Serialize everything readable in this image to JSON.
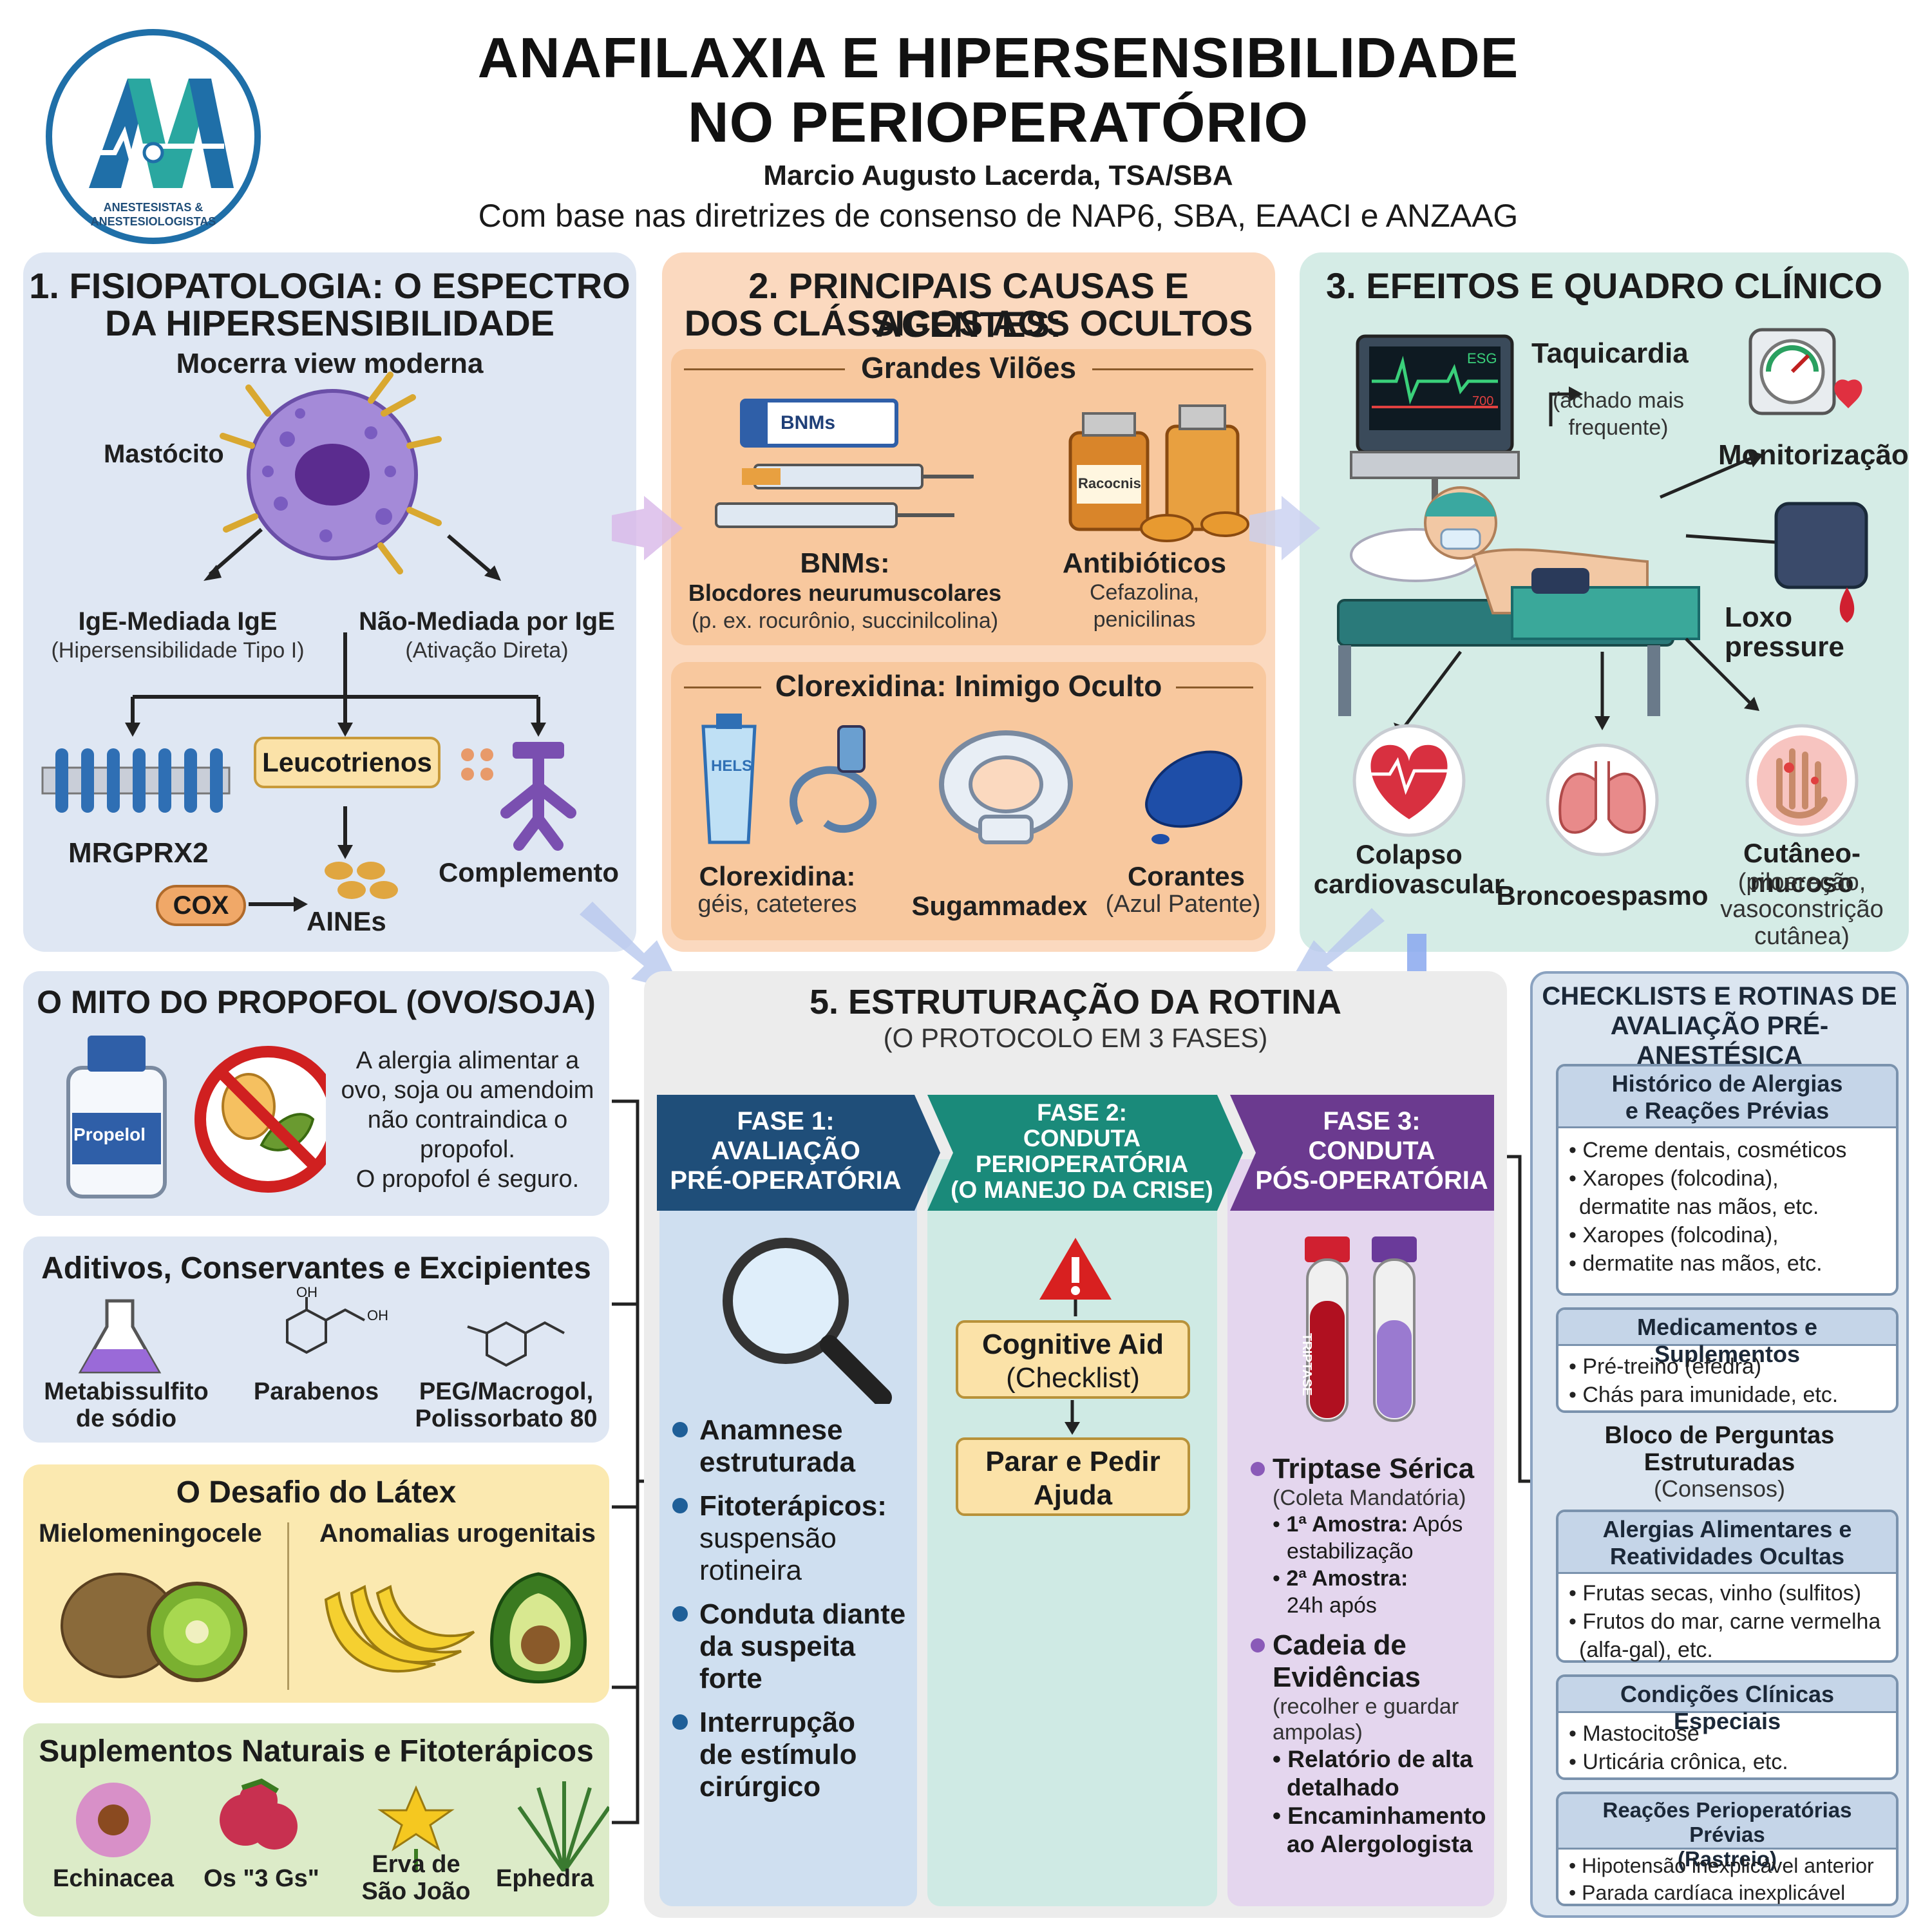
{
  "header": {
    "title_line1": "ANAFILAXIA E HIPERSENSIBILIDADE",
    "title_line2": "NO PERIOPERATÓRIO",
    "author": "Marcio Augusto Lacerda, TSA/SBA",
    "subtitle": "Com base nas diretrizes de consenso de NAP6, SBA, EAACI e ANZAAG",
    "logo_text1": "ANESTESISTAS &",
    "logo_text2": "ANESTESIOLOGISTAS"
  },
  "panel1": {
    "title_line1": "1. FISIOPATOLOGIA: O ESPECTRO",
    "title_line2": "DA HIPERSENSIBILIDADE",
    "subtitle": "Mocerra view moderna",
    "mast_cell": "Mastócito",
    "ige_title": "IgE-Mediada IgE",
    "ige_sub": "(Hipersensibilidade Tipo I)",
    "nonige_title": "Não-Mediada por IgE",
    "nonige_sub": "(Ativação Direta)",
    "receptor": "MRGPRX2",
    "leuko": "Leucotrienos",
    "cox": "COX",
    "aines": "AINEs",
    "complement": "Complemento"
  },
  "panel2": {
    "title_line1": "2. PRINCIPAIS CAUSAS E AGENTES:",
    "title_line2": "DOS CLÁSSICOS AOS OCULTOS",
    "villains_title": "Grandes Vilões",
    "bnm_label": "BNMs",
    "bnm_title": "BNMs:",
    "bnm_sub1": "Blocdores neurumuscolares",
    "bnm_sub2": "(p. ex. rocurônio, succinilcolina)",
    "vial_label": "Racocnis",
    "abx_title": "Antibióticos",
    "abx_sub1": "Cefazolina,",
    "abx_sub2": "penicilinas",
    "chx_title": "Clorexidina: Inimigo Oculto",
    "gel_label": "HELS",
    "chx_item_title": "Clorexidina:",
    "chx_item_sub": "géis, cateteres",
    "sugammadex": "Sugammadex",
    "dyes_title": "Corantes",
    "dyes_sub": "(Azul Patente)"
  },
  "panel3": {
    "title": "3. EFEITOS E QUADRO CLÍNICO",
    "monitor_label": "ESG",
    "monitor_value": "700",
    "tachy": "Taquicardia",
    "tachy_sub1": "(achado mais",
    "tachy_sub2": "frequente)",
    "monitoring": "Monitorização",
    "low_pressure": "Loxo pressure",
    "collapse1": "Colapso",
    "collapse2": "cardiovascular",
    "broncho": "Broncoespasmo",
    "skin_title": "Cutâneo-mucoso",
    "skin_sub1": "(piloereção,",
    "skin_sub2": "vasoconstrição",
    "skin_sub3": "cutânea)"
  },
  "propofol": {
    "title": "O MITO DO PROPOFOL (OVO/SOJA)",
    "bottle_label": "Propelol",
    "text": [
      "A alergia alimentar a",
      "ovo, soja ou amendoim",
      "não contraindica o",
      "propofol.",
      "O propofol é seguro."
    ]
  },
  "additives": {
    "title": "Aditivos, Conservantes e Excipientes",
    "item1_line1": "Metabissulfito",
    "item1_line2": "de sódio",
    "item2": "Parabenos",
    "item3_line1": "PEG/Macrogol,",
    "item3_line2": "Polissorbato 80",
    "oh1": "OH",
    "oh2": "OH"
  },
  "latex": {
    "title": "O Desafio do Látex",
    "left": "Mielomeningocele",
    "right": "Anomalias urogenitais"
  },
  "supplements": {
    "title": "Suplementos Naturais e Fitoterápicos",
    "item1": "Echinacea",
    "item2": "Os \"3 Gs\"",
    "item3_line1": "Erva de",
    "item3_line2": "São João",
    "item4": "Ephedra"
  },
  "routine": {
    "title": "5. ESTRUTURAÇÃO DA ROTINA",
    "subtitle": "(O PROTOCOLO EM 3 FASES)",
    "phase1": [
      "FASE 1:",
      "AVALIAÇÃO",
      "PRÉ-OPERATÓRIA"
    ],
    "phase2": [
      "FASE 2:",
      "CONDUTA",
      "PERIOPERATÓRIA",
      "(O MANEJO DA CRISE)"
    ],
    "phase3": [
      "FASE 3:",
      "CONDUTA",
      "PÓS-OPERATÓRIA"
    ],
    "p1_items": [
      {
        "bold": "Anamnese",
        "bold2": "estruturada",
        "rest": []
      },
      {
        "bold": "Fitoterápicos:",
        "bold2": "",
        "rest": [
          "suspensão",
          "rotineira"
        ]
      },
      {
        "bold": "Conduta diante",
        "bold2": "da suspeita",
        "bold3": "forte",
        "rest": []
      },
      {
        "bold": "Interrupção",
        "bold2": "de estímulo",
        "bold3": "cirúrgico",
        "rest": []
      }
    ],
    "cog_aid1": "Cognitive Aid",
    "cog_aid2": "(Checklist)",
    "stop1": "Parar e Pedir",
    "stop2": "Ajuda",
    "tube_label": "TRIPTASE",
    "tryptase": "Triptase Sérica",
    "tryptase_sub": "(Coleta Mandatória)",
    "sample1_b": "1ª Amostra:",
    "sample1_r": "Após",
    "sample1_r2": "estabilização",
    "sample2_b": "2ª Amostra:",
    "sample2_r": "24h após",
    "chain1": "Cadeia de",
    "chain2": "Evidências",
    "chain_sub1": "(recolher e guardar",
    "chain_sub2": "ampolas)",
    "report1": "Relatório de alta",
    "report2": "detalhado",
    "refer1": "Encaminhamento",
    "refer2": "ao Alergologista"
  },
  "checklist": {
    "title1": "CHECKLISTS E ROTINAS DE",
    "title2": "AVALIAÇÃO PRÉ-ANESTÉSICA",
    "box1_head1": "Histórico de Alergias",
    "box1_head2": "e Reações Prévias",
    "box1_items": [
      "• Creme dentais, cosméticos",
      "• Xaropes (folcodina),",
      "  dermatite nas mãos, etc.",
      "• Xaropes (folcodina),",
      "• dermatite nas mãos, etc."
    ],
    "box2_head": "Medicamentos e Suplementos",
    "box2_items": [
      "• Pré-treino (efedra)",
      "• Chás para imunidade, etc."
    ],
    "block_title1": "Bloco de Perguntas",
    "block_title2": "Estruturadas",
    "block_sub": "(Consensos)",
    "box3_head1": "Alergias Alimentares e",
    "box3_head2": "Reatividades Ocultas",
    "box3_items": [
      "• Frutas secas, vinho (sulfitos)",
      "• Frutos do mar, carne vermelha",
      "  (alfa-gal), etc."
    ],
    "box4_head": "Condições Clínicas Especiais",
    "box4_items": [
      "• Mastocitose",
      "• Urticária crônica, etc."
    ],
    "box5_head1": "Reações Perioperatórias Prévias",
    "box5_head2": "(Rastreio)",
    "box5_items": [
      "• Hipotensão inexplicável anterior",
      "• Parada cardíaca inexplicável"
    ]
  },
  "colors": {
    "panel1_bg": "#dfe7f3",
    "panel2_bg": "#fbd9bf",
    "panel3_bg": "#d5ece6",
    "routine_bg": "#ececec",
    "phase1": "#1f4e79",
    "phase2": "#1a8a7a",
    "phase3": "#6b3a8f"
  }
}
